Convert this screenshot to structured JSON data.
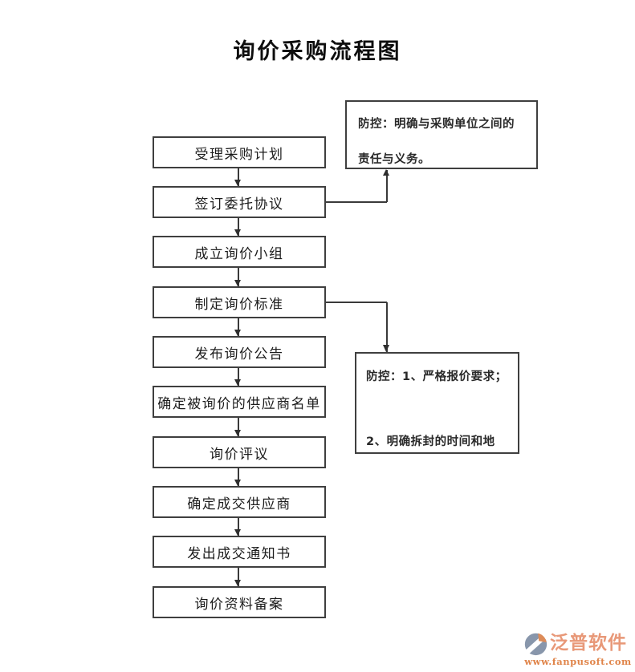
{
  "title": "询价采购流程图",
  "flow": {
    "steps": [
      {
        "label": "受理采购计划"
      },
      {
        "label": "签订委托协议"
      },
      {
        "label": "成立询价小组"
      },
      {
        "label": "制定询价标准"
      },
      {
        "label": "发布询价公告"
      },
      {
        "label": "确定被询价的供应商名单"
      },
      {
        "label": "询价评议"
      },
      {
        "label": "确定成交供应商"
      },
      {
        "label": "发出成交通知书"
      },
      {
        "label": "询价资料备案"
      }
    ]
  },
  "annotations": [
    {
      "lines": [
        "防控：明确与采购单位之间的",
        "责任与义务。"
      ]
    },
    {
      "lines": [
        "防控：1、严格报价要求；",
        "2、明确拆封的时间和地"
      ]
    }
  ],
  "logo": {
    "name": "泛普软件",
    "url": "www.fanpusoft.com"
  },
  "colors": {
    "line": "#3a3a3a",
    "logo_slate": "#8896ab",
    "logo_orange": "#dd8b58",
    "logo_name_text": "#e89878",
    "logo_url_text": "#e08449"
  }
}
